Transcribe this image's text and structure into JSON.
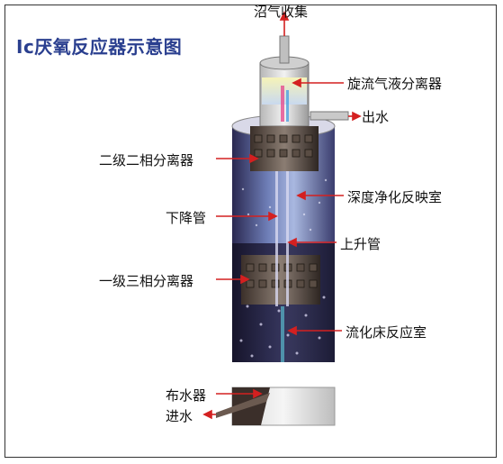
{
  "title": "Ic厌氧反应器示意图",
  "labels": {
    "biogas": "沼气收集",
    "cyclone": "旋流气液分离器",
    "outlet": "出水",
    "second_sep": "二级二相分离器",
    "downcomer": "下降管",
    "deep_clean": "深度净化反映室",
    "riser": "上升管",
    "first_sep": "一级三相分离器",
    "fluidized": "流化床反应室",
    "distributor": "布水器",
    "inlet": "进水"
  },
  "colors": {
    "title": "#2a3f8f",
    "arrow": "#d42020",
    "tank_dark": "#1e1a3a",
    "tank_light": "#8fa4d6"
  }
}
